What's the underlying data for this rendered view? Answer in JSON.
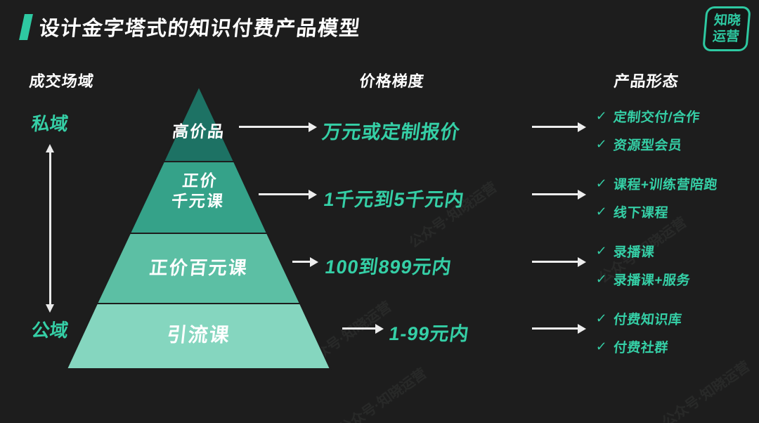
{
  "header": {
    "title": "设计金字塔式的知识付费产品模型",
    "logo_line1": "知晓",
    "logo_line2": "运营"
  },
  "columns": {
    "deal_field": "成交场域",
    "price_ladder": "价格梯度",
    "product_form": "产品形态"
  },
  "domains": {
    "private": "私域",
    "public": "公域"
  },
  "pyramid": {
    "tiers": [
      {
        "lines": [
          "高价品"
        ],
        "color": "#1d7264"
      },
      {
        "lines": [
          "正价",
          "千元课"
        ],
        "color": "#35a289"
      },
      {
        "lines": [
          "正价百元课"
        ],
        "color": "#5cbfa4"
      },
      {
        "lines": [
          "引流课"
        ],
        "color": "#85d6bf"
      }
    ]
  },
  "rows": [
    {
      "price": "万元或定制报价",
      "products": [
        "定制交付/合作",
        "资源型会员"
      ]
    },
    {
      "price": "1千元到5千元内",
      "products": [
        "课程+训练营陪跑",
        "线下课程"
      ]
    },
    {
      "price": "100到899元内",
      "products": [
        "录播课",
        "录播课+服务"
      ]
    },
    {
      "price": "1-99元内",
      "products": [
        "付费知识库",
        "付费社群"
      ]
    }
  ],
  "icons": {
    "check": "✓"
  },
  "watermark": "公众号·知晓运营",
  "colors": {
    "accent": "#35cfa6",
    "background": "#1d1d1d"
  }
}
